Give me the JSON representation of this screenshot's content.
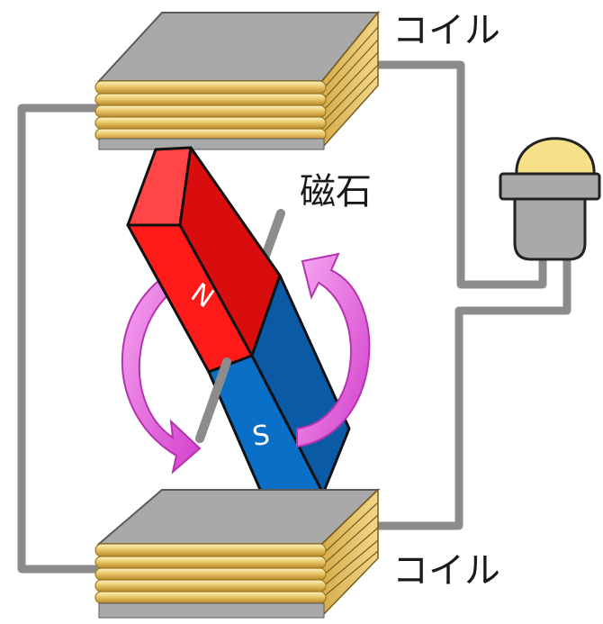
{
  "labels": {
    "coil_top": "コイル",
    "coil_bottom": "コイル",
    "magnet": "磁石",
    "north": "N",
    "south": "S"
  },
  "colors": {
    "north_pole": "#ff1a1a",
    "south_pole": "#0a6fc7",
    "coil_winding": "#e9c86a",
    "coil_core": "#a9a9a9",
    "wire": "#8c8c8c",
    "rotation_arrow": "#e85fe0",
    "bulb_glass": "#f6e08a"
  }
}
